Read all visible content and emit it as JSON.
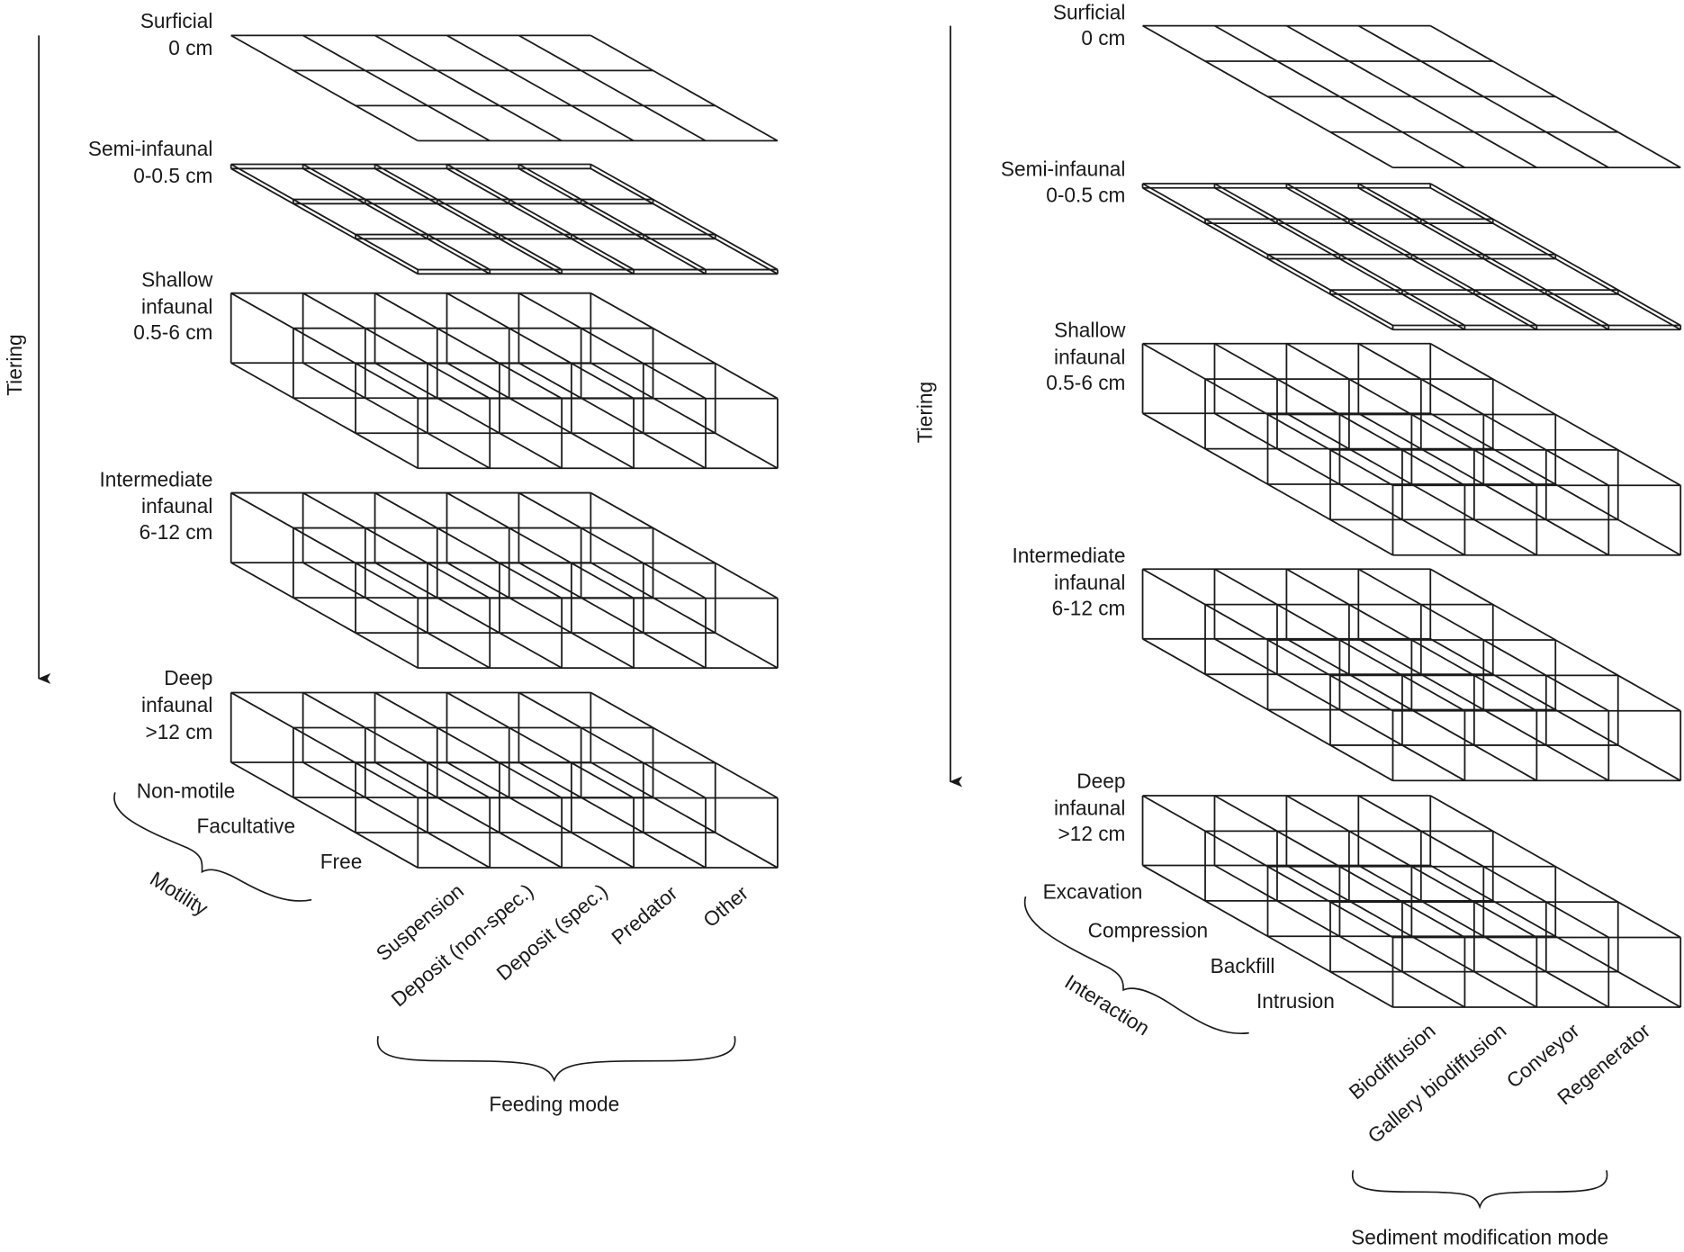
{
  "left_panel": {
    "axis_label": "Tiering",
    "tiers": [
      {
        "name": "Surficial",
        "depth": "0 cm"
      },
      {
        "name": "Semi-infaunal",
        "depth": "0-0.5 cm"
      },
      {
        "name1": "Shallow",
        "name2": "infaunal",
        "depth": "0.5-6 cm"
      },
      {
        "name1": "Intermediate",
        "name2": "infaunal",
        "depth": "6-12 cm"
      },
      {
        "name1": "Deep",
        "name2": "infaunal",
        "depth": ">12 cm"
      }
    ],
    "depth_axis_title": "Motility",
    "depth_categories": [
      "Non-motile",
      "Facultative",
      "Free"
    ],
    "column_axis_title": "Feeding mode",
    "column_categories": [
      "Suspension",
      "Deposit (non-spec.)",
      "Deposit (spec.)",
      "Predator",
      "Other"
    ]
  },
  "right_panel": {
    "axis_label": "Tiering",
    "tiers": [
      {
        "name": "Surficial",
        "depth": "0 cm"
      },
      {
        "name": "Semi-infaunal",
        "depth": "0-0.5 cm"
      },
      {
        "name1": "Shallow",
        "name2": "infaunal",
        "depth": "0.5-6 cm"
      },
      {
        "name1": "Intermediate",
        "name2": "infaunal",
        "depth": "6-12 cm"
      },
      {
        "name1": "Deep",
        "name2": "infaunal",
        "depth": ">12 cm"
      }
    ],
    "depth_axis_title": "Interaction",
    "depth_categories": [
      "Excavation",
      "Compression",
      "Backfill",
      "Intrusion"
    ],
    "column_axis_title": "Sediment modification mode",
    "column_categories": [
      "Biodiffusion",
      "Gallery biodiffusion",
      "Conveyor",
      "Regenerator"
    ]
  }
}
